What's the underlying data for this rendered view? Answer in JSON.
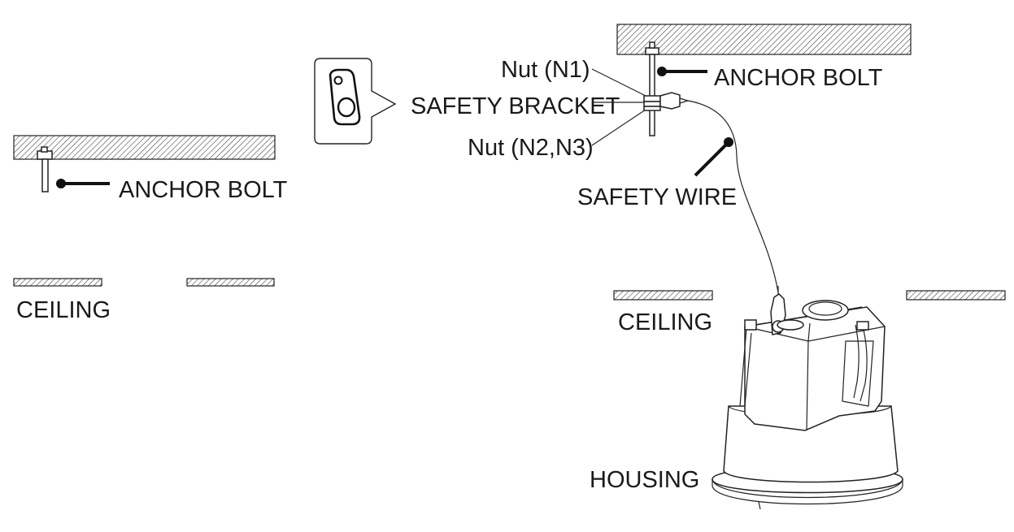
{
  "left_figure": {
    "anchor_bolt_label": "ANCHOR BOLT",
    "ceiling_label": "CEILING"
  },
  "right_figure": {
    "nut_n1_label": "Nut (N1)",
    "safety_bracket_label": "SAFETY BRACKET",
    "nut_n2_n3_label": "Nut (N2,N3)",
    "anchor_bolt_label": "ANCHOR BOLT",
    "safety_wire_label": "SAFETY WIRE",
    "ceiling_label": "CEILING",
    "housing_label": "HOUSING"
  }
}
